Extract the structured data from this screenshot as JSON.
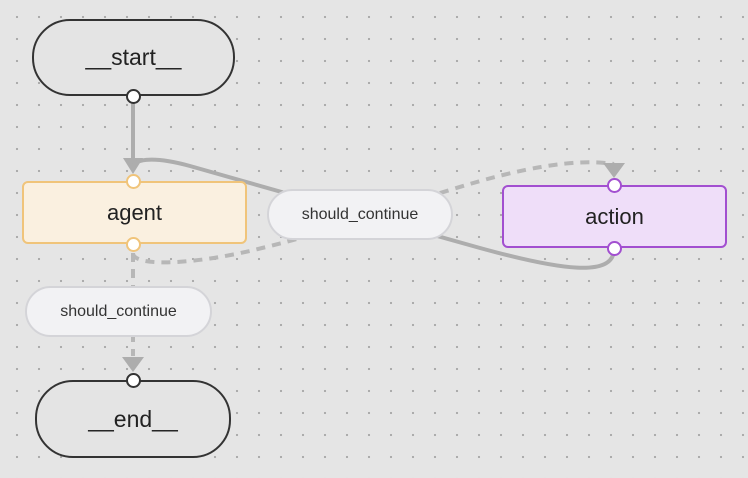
{
  "nodes": {
    "start": {
      "label": "__start__"
    },
    "agent": {
      "label": "agent"
    },
    "action": {
      "label": "action"
    },
    "end": {
      "label": "__end__"
    }
  },
  "edges": [
    {
      "from": "__start__",
      "to": "agent",
      "style": "solid"
    },
    {
      "from": "agent",
      "to": "action",
      "style": "dashed",
      "label": "should_continue"
    },
    {
      "from": "agent",
      "to": "__end__",
      "style": "dashed",
      "label": "should_continue"
    },
    {
      "from": "action",
      "to": "agent",
      "style": "solid"
    }
  ],
  "edge_labels": {
    "agent_to_action": "should_continue",
    "agent_to_end": "should_continue"
  },
  "colors": {
    "canvas": "#e5e5e5",
    "edge": "#adadad",
    "terminal_border": "#333333",
    "agent_fill": "#faf0e0",
    "agent_border": "#f0c47a",
    "action_fill": "#efdef9",
    "action_border": "#a24fd0"
  }
}
